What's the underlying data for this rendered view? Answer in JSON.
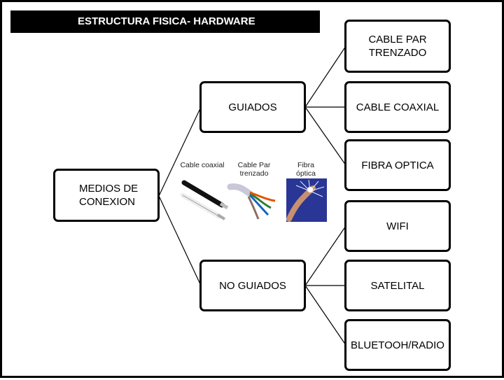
{
  "title": "ESTRUCTURA FISICA- HARDWARE",
  "root": {
    "label": "MEDIOS DE CONEXION"
  },
  "branches": [
    {
      "label": "GUIADOS",
      "children": [
        "CABLE PAR TRENZADO",
        "CABLE COAXIAL",
        "FIBRA OPTICA"
      ]
    },
    {
      "label": "NO GUIADOS",
      "children": [
        "WIFI",
        "SATELITAL",
        "BLUETOOH/RADIO"
      ]
    }
  ],
  "media_image": {
    "captions": [
      "Cable coaxial",
      "Cable Par trenzado",
      "Fibra óptica"
    ]
  },
  "colors": {
    "title_bg": "#000000",
    "title_text": "#ffffff",
    "node_border": "#000000"
  }
}
